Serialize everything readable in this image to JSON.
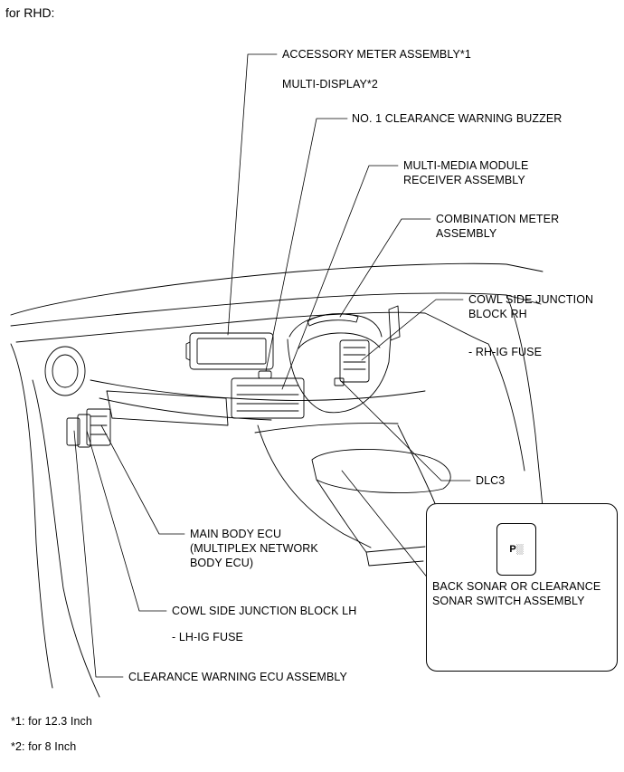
{
  "header": "for RHD:",
  "labels": {
    "accessory_meter": "ACCESSORY METER ASSEMBLY*1",
    "multi_display": "MULTI-DISPLAY*2",
    "buzzer": "NO. 1 CLEARANCE WARNING BUZZER",
    "mm_receiver_1": "MULTI-MEDIA MODULE",
    "mm_receiver_2": "RECEIVER ASSEMBLY",
    "combo_meter_1": "COMBINATION METER",
    "combo_meter_2": "ASSEMBLY",
    "jb_rh_1": "COWL SIDE JUNCTION",
    "jb_rh_2": "BLOCK RH",
    "rh_fuse": "- RH-IG FUSE",
    "dlc3": "DLC3",
    "main_ecu_1": "MAIN BODY ECU",
    "main_ecu_2": "(MULTIPLEX NETWORK",
    "main_ecu_3": "BODY ECU)",
    "jb_lh": "COWL SIDE JUNCTION BLOCK LH",
    "lh_fuse": "- LH-IG FUSE",
    "clearance_ecu": "CLEARANCE WARNING ECU ASSEMBLY",
    "sonar_switch_1": "BACK SONAR OR CLEARANCE",
    "sonar_switch_2": "SONAR SWITCH ASSEMBLY"
  },
  "footnotes": {
    "note1": "*1: for 12.3 Inch",
    "note2": "*2: for 8 Inch"
  },
  "switch_icon": "P░"
}
